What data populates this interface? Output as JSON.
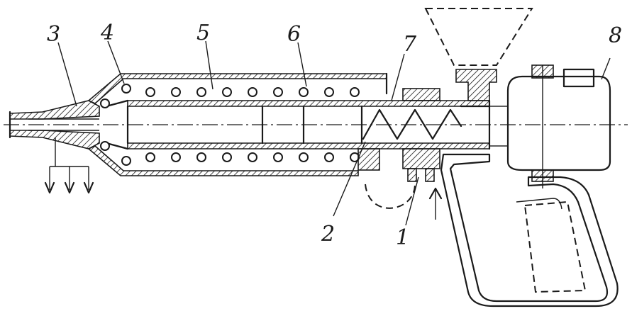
{
  "diagram": {
    "labels": [
      {
        "id": "1",
        "text": "1"
      },
      {
        "id": "2",
        "text": "2"
      },
      {
        "id": "3",
        "text": "3"
      },
      {
        "id": "4",
        "text": "4"
      },
      {
        "id": "5",
        "text": "5"
      },
      {
        "id": "6",
        "text": "6"
      },
      {
        "id": "7",
        "text": "7"
      },
      {
        "id": "8",
        "text": "8"
      }
    ]
  },
  "colors": {
    "ink": "#1a1a1a",
    "paper": "#ffffff"
  }
}
